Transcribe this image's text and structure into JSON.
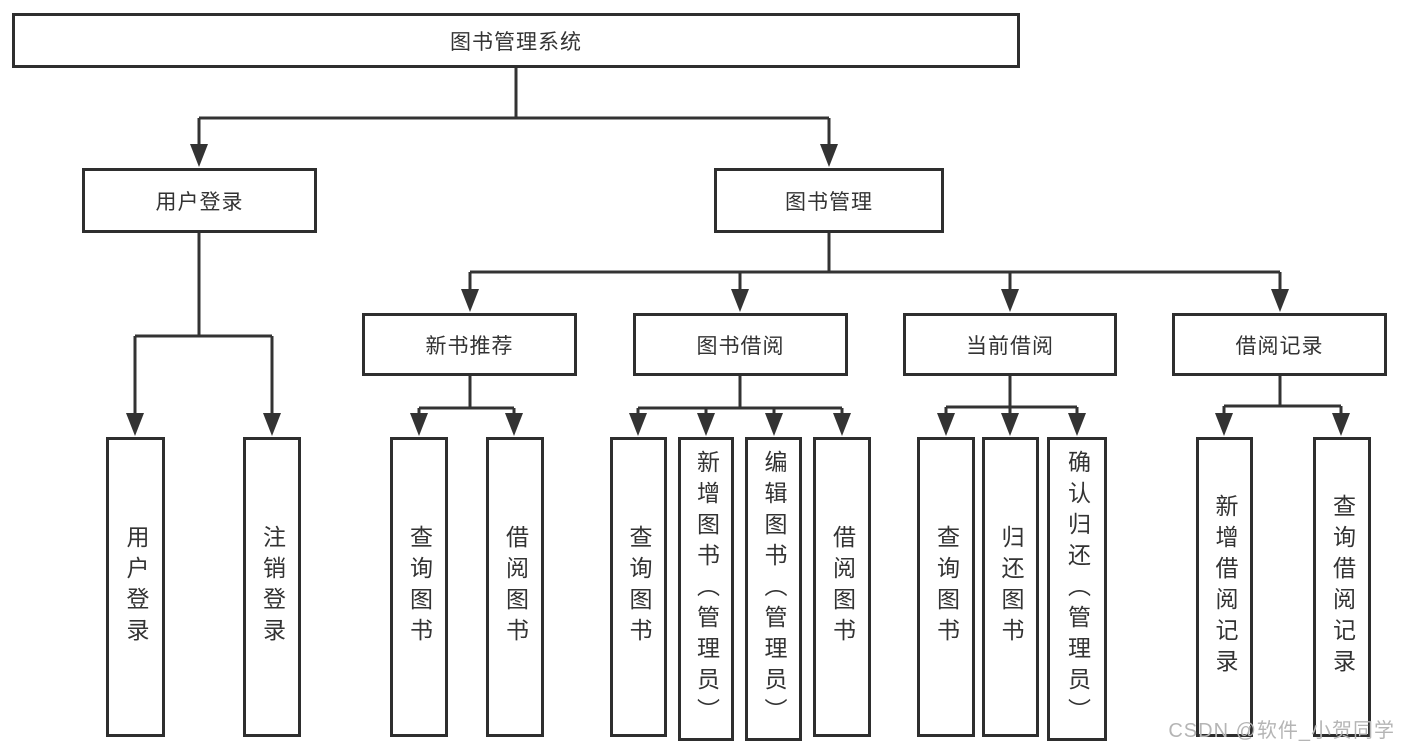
{
  "colors": {
    "background": "#ffffff",
    "line": "#333333",
    "box_border": "#2e2e2e",
    "text": "#333333",
    "watermark": "#b5b5b5"
  },
  "watermark": "CSDN @软件_小贺同学",
  "tree": {
    "root": {
      "label": "图书管理系统"
    },
    "branches": [
      {
        "label": "用户登录",
        "children": [
          {
            "label": "用户登录"
          },
          {
            "label": "注销登录"
          }
        ]
      },
      {
        "label": "图书管理",
        "children": [
          {
            "label": "新书推荐",
            "children": [
              {
                "label": "查询图书"
              },
              {
                "label": "借阅图书"
              }
            ]
          },
          {
            "label": "图书借阅",
            "children": [
              {
                "label": "查询图书"
              },
              {
                "label": "新增图书（管理员）"
              },
              {
                "label": "编辑图书（管理员）"
              },
              {
                "label": "借阅图书"
              }
            ]
          },
          {
            "label": "当前借阅",
            "children": [
              {
                "label": "查询图书"
              },
              {
                "label": "归还图书"
              },
              {
                "label": "确认归还（管理员）"
              }
            ]
          },
          {
            "label": "借阅记录",
            "children": [
              {
                "label": "新增借阅记录"
              },
              {
                "label": "查询借阅记录"
              }
            ]
          }
        ]
      }
    ]
  }
}
